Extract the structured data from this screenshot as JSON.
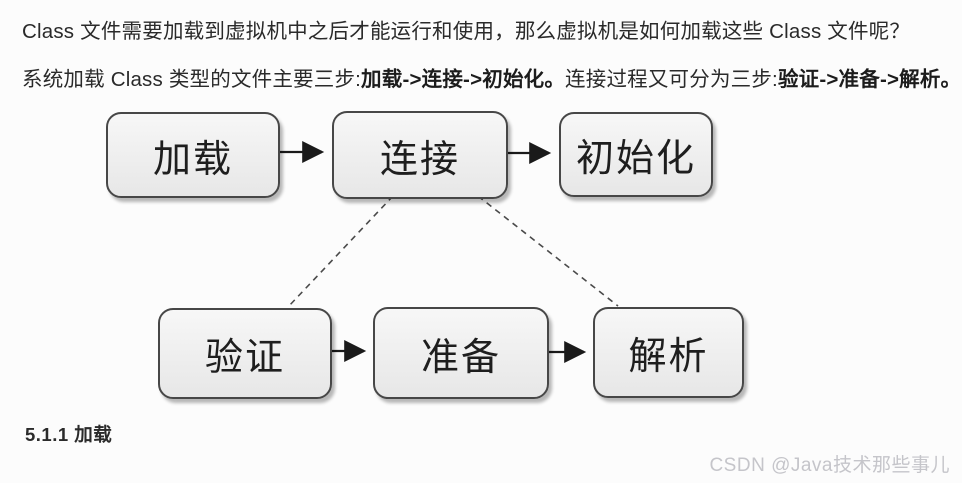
{
  "paragraphs": {
    "p1": "Class 文件需要加载到虚拟机中之后才能运行和使用，那么虚拟机是如何加载这些 Class 文件呢？",
    "p2_prefix": "系统加载 Class 类型的文件主要三步:",
    "p2_bold1": "加载->连接->初始化。",
    "p2_mid": "连接过程又可分为三步:",
    "p2_bold2": "验证->准备->解析。"
  },
  "diagram": {
    "nodes": {
      "load": "加载",
      "link": "连接",
      "init": "初始化",
      "verify": "验证",
      "prepare": "准备",
      "resolve": "解析"
    }
  },
  "section": {
    "heading": "5.1.1 加载"
  },
  "watermark": {
    "text": "CSDN @Java技术那些事儿"
  },
  "colors": {
    "background": "#fcfcfc",
    "box_fill": "#efefef",
    "box_border": "#474747",
    "arrow": "#1a1a1a",
    "dashed_line": "#4a4a4a",
    "watermark": "#c5c5ca"
  }
}
